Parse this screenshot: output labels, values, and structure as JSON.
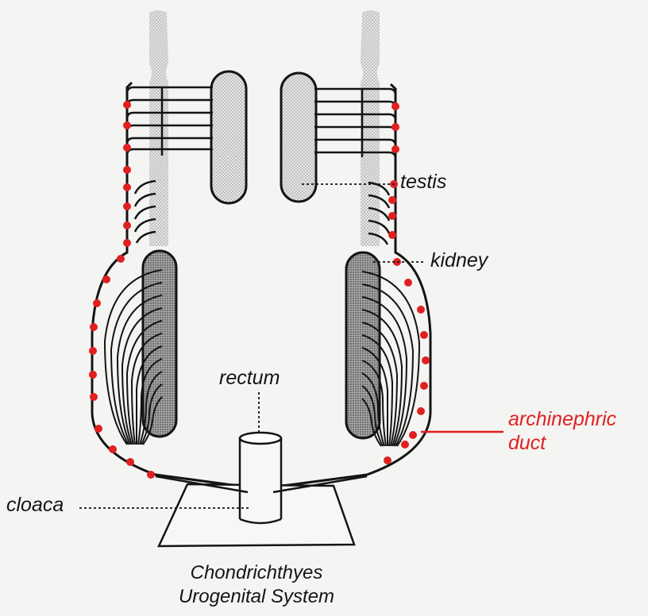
{
  "labels": {
    "testis": "testis",
    "kidney": "kidney",
    "rectum": "rectum",
    "cloaca": "cloaca",
    "archinephric_line1": "archinephric",
    "archinephric_line2": "duct"
  },
  "caption": {
    "line1": "Chondrichthyes",
    "line2": "Urogenital System"
  },
  "colors": {
    "ink": "#141414",
    "duct_highlight": "#e02020",
    "stipple_light": "#cfcfcf",
    "stipple_dark": "#8e8e8e",
    "background": "#f4f4f2"
  }
}
